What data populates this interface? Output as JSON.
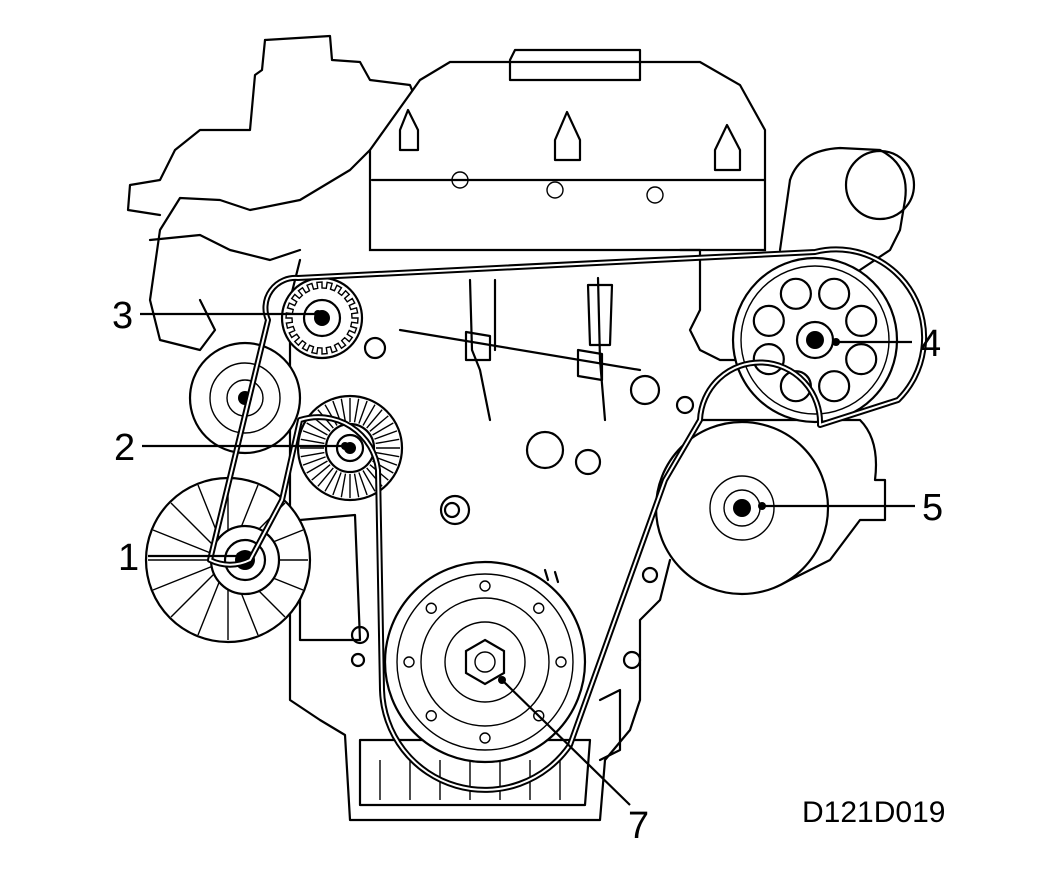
{
  "figure_code": "D121D019",
  "callouts": [
    {
      "id": "1",
      "label": "1"
    },
    {
      "id": "2",
      "label": "2"
    },
    {
      "id": "3",
      "label": "3"
    },
    {
      "id": "4",
      "label": "4"
    },
    {
      "id": "5",
      "label": "5"
    },
    {
      "id": "7",
      "label": "7"
    }
  ],
  "colors": {
    "ink": "#000000",
    "paper": "#ffffff"
  }
}
